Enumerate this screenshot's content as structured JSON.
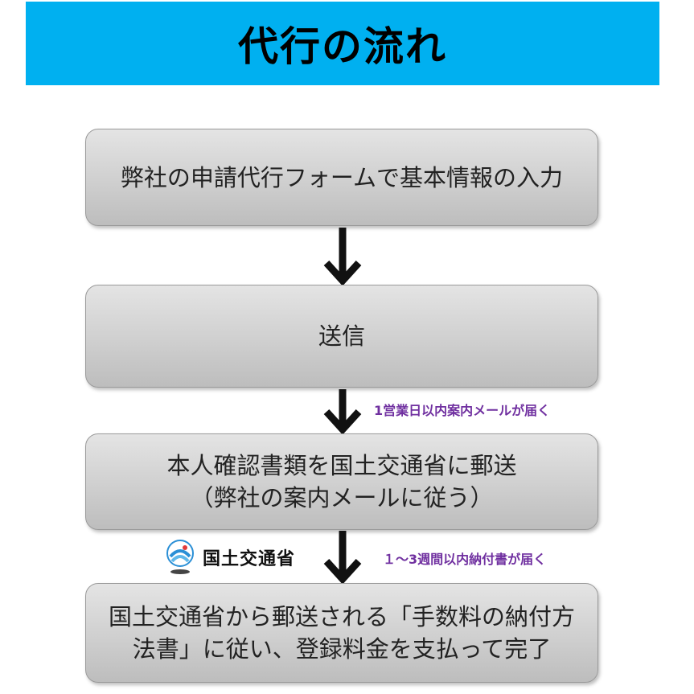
{
  "header": {
    "title": "代行の流れ",
    "color": "#00b0f0"
  },
  "steps": [
    {
      "lines": [
        "弊社の申請代行フォームで基本情報の入力"
      ]
    },
    {
      "lines": [
        "送信"
      ]
    },
    {
      "lines": [
        "本人確認書類を国土交通省に郵送",
        "（弊社の案内メールに従う）"
      ]
    },
    {
      "lines": [
        "国土交通省から郵送される「手数料の納付方",
        "法書」に従い、登録料金を支払って完了"
      ]
    }
  ],
  "notes": {
    "after_step_2": "1営業日以内案内メールが届く",
    "after_step_3": "１～3週間以内納付書が届く",
    "color": "#7030a0"
  },
  "logo": {
    "text": "国土交通省",
    "icon": "mlit-logo-icon"
  }
}
